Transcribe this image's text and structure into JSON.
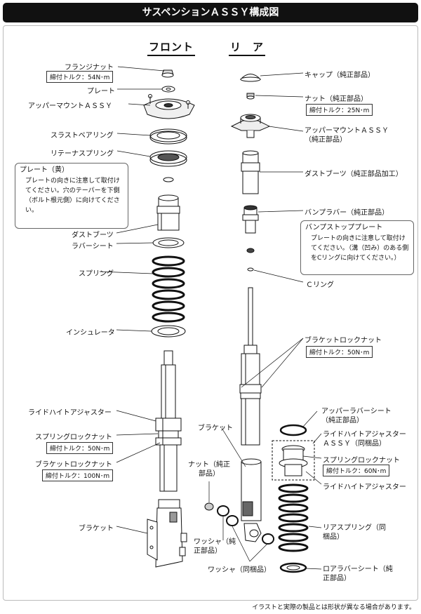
{
  "title": "サスペンションＡＳＳＹ構成図",
  "front": {
    "heading": "フロント",
    "flange_nut": "フランジナット",
    "flange_nut_torque": "締付トルク：54N･m",
    "plate": "プレート",
    "upper_mount": "アッパーマウントＡＳＳＹ",
    "thrust_bearing": "スラストベアリング",
    "retainer_spring": "リテーナスプリング",
    "plate_note": {
      "title": "プレート（黄）",
      "body": "プレートの向きに注意して取付けてください。穴のテーパーを下側（ボルト根元側）に向けてください。"
    },
    "dust_boot": "ダストブーツ",
    "rubber_sheet": "ラバーシート",
    "spring": "スプリング",
    "insulator": "インシュレータ",
    "ride_height_adjuster": "ライドハイトアジャスター",
    "spring_lock_nut": "スプリングロックナット",
    "spring_lock_nut_torque": "締付トルク：50N･m",
    "bracket_lock_nut": "ブラケットロックナット",
    "bracket_lock_nut_torque": "締付トルク：100N･m",
    "bracket": "ブラケット"
  },
  "rear": {
    "heading": "リ　ア",
    "cap": "キャップ（純正部品）",
    "nut": "ナット（純正部品）",
    "nut_torque": "締付トルク：25N･m",
    "upper_mount": "アッパーマウントＡＳＳＹ（純正部品）",
    "dust_boot": "ダストブーツ（純正部品加工）",
    "bump_rubber": "バンプラバー（純正部品）",
    "bump_stop_note": {
      "title": "バンプストッププレート",
      "body": "プレートの向きに注意して取付けてください。（溝（凹み）のある側をCリングに向けてください。）"
    },
    "c_ring": "Ｃリング",
    "bracket_lock_nut": "ブラケットロックナット",
    "bracket_lock_nut_torque": "締付トルク：50N･m",
    "bracket": "ブラケット",
    "nut_genuine": "ナット（純正部品）",
    "washer": "ワッシャ（純正部品）",
    "washer_included": "ワッシャ（同梱品）",
    "upper_rubber_sheet": "アッパーラバーシート（純正部品）",
    "ride_height_assy": "ライドハイトアジャスターＡＳＳＹ（同梱品）",
    "spring_lock_nut": "スプリングロックナット",
    "spring_lock_nut_torque": "締付トルク：60N･m",
    "ride_height_adjuster": "ライドハイトアジャスター",
    "rear_spring": "リアスプリング（同梱品）",
    "lower_rubber_sheet": "ロアラバーシート（純正部品）"
  },
  "footer": "イラストと実際の製品とは形状が異なる場合があります。"
}
